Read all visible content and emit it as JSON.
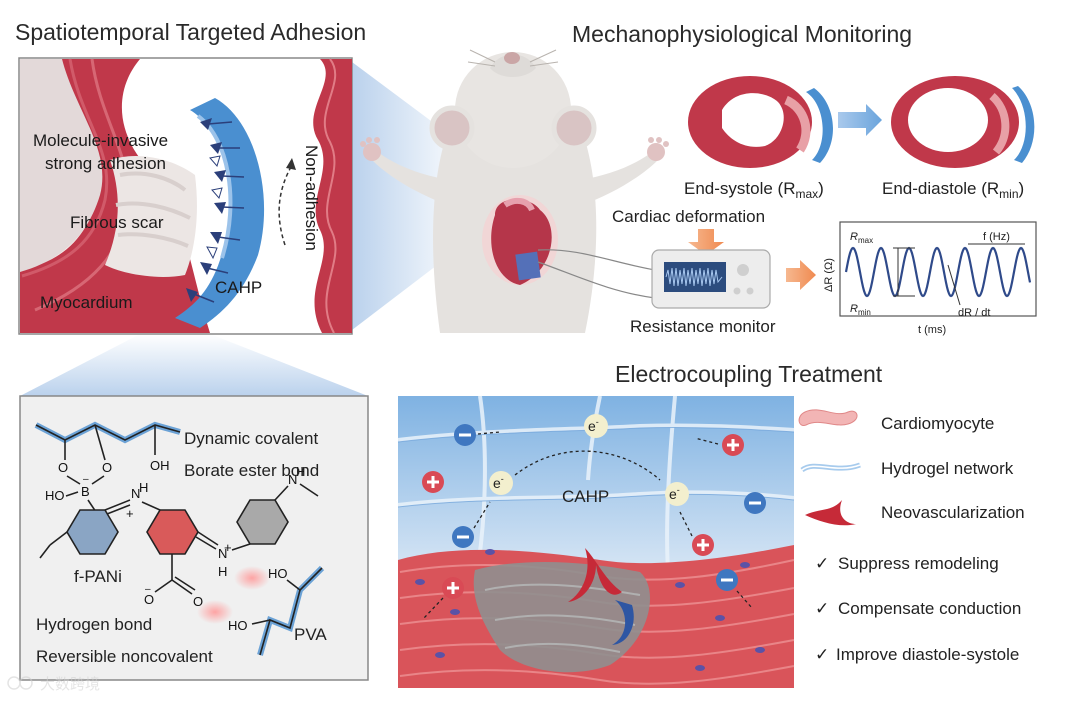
{
  "titles": {
    "adhesion": "Spatiotemporal Targeted Adhesion",
    "monitoring": "Mechanophysiological Monitoring",
    "treatment": "Electrocoupling Treatment"
  },
  "adhesion_panel": {
    "molecule_invasive": "Molecule-invasive",
    "strong_adhesion": "strong adhesion",
    "fibrous_scar": "Fibrous scar",
    "myocardium": "Myocardium",
    "cahp": "CAHP",
    "non_adhesion": "Non-adhesion"
  },
  "monitoring_panel": {
    "end_systole": "End-systole (R",
    "end_systole_sub": "max",
    "end_diastole": "End-diastole (R",
    "end_diastole_sub": "min",
    "cardiac_deformation": "Cardiac deformation",
    "resistance_monitor": "Resistance monitor",
    "plot_ylabel": "ΔR (Ω)",
    "plot_xlabel": "t (ms)",
    "plot_rmax": "R",
    "plot_rmax_sub": "max",
    "plot_rmin": "R",
    "plot_rmin_sub": "min",
    "plot_freq": "f (Hz)",
    "plot_slope": "dR / dt"
  },
  "chemistry_panel": {
    "dynamic_covalent": "Dynamic covalent",
    "borate_ester": "Borate ester bond",
    "f_pani": "f-PANi",
    "hydrogen_bond": "Hydrogen bond",
    "reversible": "Reversible noncovalent",
    "pva": "PVA",
    "oh": "OH",
    "ho": "HO",
    "ho2": "HO",
    "b": "B",
    "o1": "O",
    "o2": "O",
    "o3": "O",
    "o4": "O",
    "h1": "H",
    "h2": "H",
    "n1": "N",
    "n2": "N",
    "n3": "N",
    "h3": "H",
    "minus1": "–",
    "minus2": "–",
    "plus1": "+",
    "plus2": "+"
  },
  "treatment_panel": {
    "cahp": "CAHP",
    "electron": "e",
    "electron_sup": "-"
  },
  "legend": [
    {
      "label": "Cardiomyocyte"
    },
    {
      "label": "Hydrogel network"
    },
    {
      "label": "Neovascularization"
    }
  ],
  "benefits": [
    {
      "label": "Suppress remodeling"
    },
    {
      "label": "Compensate conduction"
    },
    {
      "label": "Improve diastole-systole"
    }
  ],
  "check_glyph": "✓",
  "watermark": "大数跨境",
  "colors": {
    "tissue": "#c0384a",
    "tissue_light": "#e8a0a6",
    "hydrogel": "#4a8fd0",
    "scar": "#e9e2e0",
    "gray_box": "#f0f0f0"
  }
}
